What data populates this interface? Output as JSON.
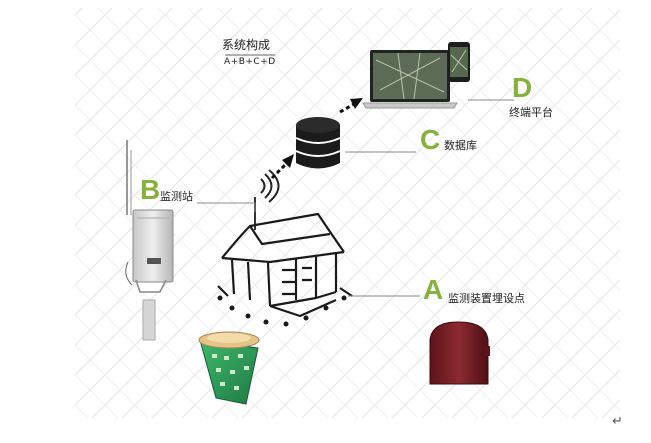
{
  "title": "系统构成",
  "formula": "A+B+C+D",
  "components": [
    {
      "letter": "A",
      "label": "监测装置埋设点"
    },
    {
      "letter": "B",
      "label": "监测站"
    },
    {
      "letter": "C",
      "label": "数据库"
    },
    {
      "letter": "D",
      "label": "终端平台"
    }
  ],
  "colors": {
    "accent": "#86b13a",
    "box": "#7a1f26",
    "pcb": "#2e9a58",
    "cabinet": "#d9d9d9",
    "db": "#1b1b1b"
  },
  "return_symbol": "↵"
}
